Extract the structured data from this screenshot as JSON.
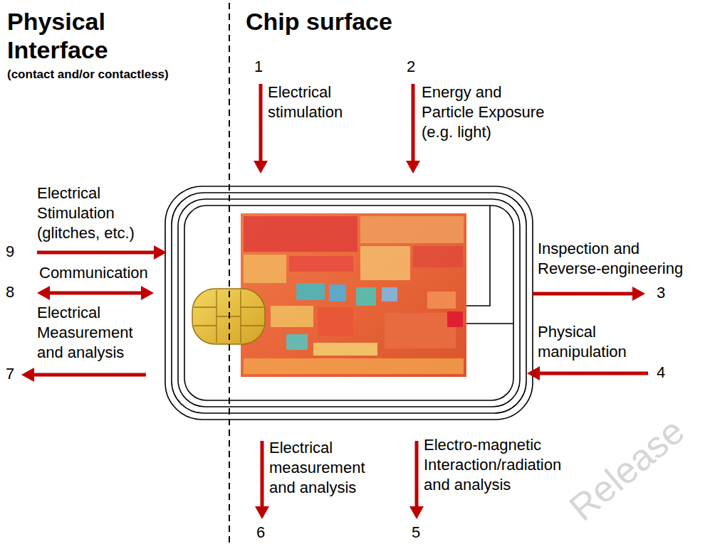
{
  "diagram": {
    "labels": [
      "Physical Interface",
      "(contact and/or contactless)",
      "Chip surface",
      "1",
      "Electrical stimulation",
      "2",
      "Energy and Particle Exposure (e.g. light)",
      "Electrical Stimulation (glitches, etc.)",
      "9",
      "Communication",
      "8",
      "Electrical Measurement and analysis",
      "7",
      "Inspection and Reverse-engineering",
      "3",
      "Physical manipulation",
      "4",
      "Electrical measurement and analysis",
      "6",
      "Electro-magnetic Interaction/radiation and analysis",
      "5",
      "Release"
    ]
  }
}
